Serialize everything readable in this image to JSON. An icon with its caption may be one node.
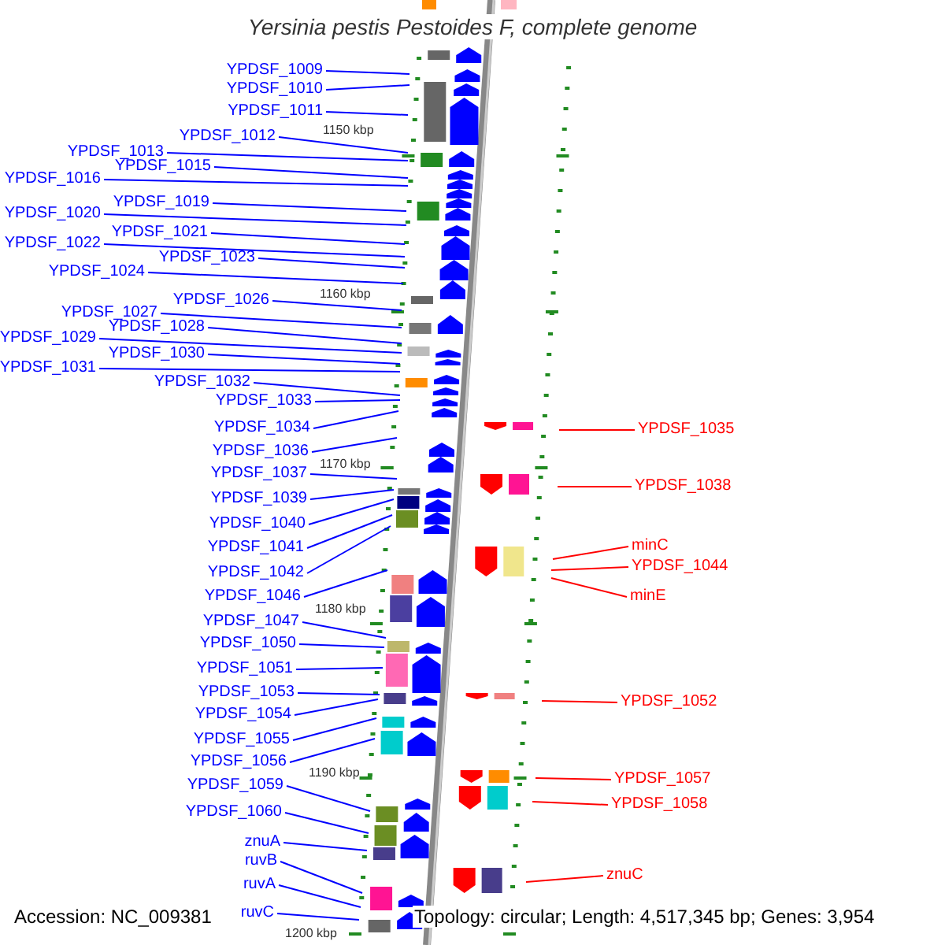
{
  "diagram": {
    "title": "Yersinia pestis Pestoides F, complete genome",
    "nodes": [
      {
        "text": [
          "YPDSF_1009"
        ]
      },
      {
        "text": [
          "YPDSF_1010"
        ]
      },
      {
        "text": [
          "YPDSF_1011"
        ]
      },
      {
        "text": [
          "YPDSF_1012"
        ]
      },
      {
        "text": [
          "YPDSF_1013"
        ]
      },
      {
        "text": [
          "YPDSF_1015"
        ]
      },
      {
        "text": [
          "YPDSF_1016"
        ]
      },
      {
        "text": [
          "YPDSF_1019"
        ]
      },
      {
        "text": [
          "YPDSF_1020"
        ]
      },
      {
        "text": [
          "YPDSF_1021"
        ]
      },
      {
        "text": [
          "YPDSF_1022"
        ]
      },
      {
        "text": [
          "YPDSF_1023"
        ]
      },
      {
        "text": [
          "YPDSF_1024"
        ]
      },
      {
        "text": [
          "YPDSF_1026"
        ]
      },
      {
        "text": [
          "YPDSF_1027"
        ]
      },
      {
        "text": [
          "YPDSF_1028"
        ]
      },
      {
        "text": [
          "YPDSF_1029"
        ]
      },
      {
        "text": [
          "YPDSF_1030"
        ]
      },
      {
        "text": [
          "YPDSF_1031"
        ]
      },
      {
        "text": [
          "YPDSF_1032"
        ]
      },
      {
        "text": [
          "YPDSF_1033"
        ]
      },
      {
        "text": [
          "YPDSF_1034"
        ]
      },
      {
        "text": [
          "YPDSF_1036"
        ]
      },
      {
        "text": [
          "YPDSF_1037"
        ]
      },
      {
        "text": [
          "YPDSF_1039"
        ]
      },
      {
        "text": [
          "YPDSF_1040"
        ]
      },
      {
        "text": [
          "YPDSF_1041"
        ]
      },
      {
        "text": [
          "YPDSF_1042"
        ]
      },
      {
        "text": [
          "YPDSF_1046"
        ]
      },
      {
        "text": [
          "YPDSF_1047"
        ]
      },
      {
        "text": [
          "YPDSF_1050"
        ]
      },
      {
        "text": [
          "YPDSF_1051"
        ]
      },
      {
        "text": [
          "YPDSF_1053"
        ]
      },
      {
        "text": [
          "YPDSF_1054"
        ]
      },
      {
        "text": [
          "YPDSF_1055"
        ]
      },
      {
        "text": [
          "YPDSF_1056"
        ]
      },
      {
        "text": [
          "YPDSF_1059"
        ]
      },
      {
        "text": [
          "YPDSF_1060"
        ]
      },
      {
        "text": [
          "znuA"
        ]
      },
      {
        "text": [
          "ruvB"
        ]
      },
      {
        "text": [
          "ruvA"
        ]
      },
      {
        "text": [
          "ruvC"
        ]
      },
      {
        "text": [
          "YPDSF_1035"
        ]
      },
      {
        "text": [
          "YPDSF_1038"
        ]
      },
      {
        "text": [
          "minC"
        ]
      },
      {
        "text": [
          "YPDSF_1044"
        ]
      },
      {
        "text": [
          "minE"
        ]
      },
      {
        "text": [
          "YPDSF_1052"
        ]
      },
      {
        "text": [
          "YPDSF_1057"
        ]
      },
      {
        "text": [
          "YPDSF_1058"
        ]
      },
      {
        "text": [
          "znuC"
        ]
      }
    ],
    "edges": [
      {
        "from": 0,
        "to": null,
        "arrow": "none"
      },
      {
        "from": 1,
        "to": null,
        "arrow": "none"
      },
      {
        "from": 2,
        "to": null,
        "arrow": "none"
      },
      {
        "from": 3,
        "to": null,
        "arrow": "none"
      },
      {
        "from": 4,
        "to": null,
        "arrow": "none"
      },
      {
        "from": 5,
        "to": null,
        "arrow": "none"
      },
      {
        "from": 6,
        "to": null,
        "arrow": "none"
      },
      {
        "from": 7,
        "to": null,
        "arrow": "none"
      },
      {
        "from": 8,
        "to": null,
        "arrow": "none"
      },
      {
        "from": 9,
        "to": null,
        "arrow": "none"
      },
      {
        "from": 10,
        "to": null,
        "arrow": "none"
      },
      {
        "from": 11,
        "to": null,
        "arrow": "none"
      },
      {
        "from": 12,
        "to": null,
        "arrow": "none"
      },
      {
        "from": 13,
        "to": null,
        "arrow": "none"
      },
      {
        "from": 14,
        "to": null,
        "arrow": "none"
      },
      {
        "from": 15,
        "to": null,
        "arrow": "none"
      },
      {
        "from": 16,
        "to": null,
        "arrow": "none"
      },
      {
        "from": 17,
        "to": null,
        "arrow": "none"
      },
      {
        "from": 18,
        "to": null,
        "arrow": "none"
      },
      {
        "from": 19,
        "to": null,
        "arrow": "none"
      },
      {
        "from": 20,
        "to": null,
        "arrow": "none"
      },
      {
        "from": 21,
        "to": null,
        "arrow": "none"
      },
      {
        "from": 22,
        "to": null,
        "arrow": "none"
      },
      {
        "from": 23,
        "to": null,
        "arrow": "none"
      },
      {
        "from": 24,
        "to": null,
        "arrow": "none"
      },
      {
        "from": 25,
        "to": null,
        "arrow": "none"
      },
      {
        "from": 26,
        "to": null,
        "arrow": "none"
      },
      {
        "from": 27,
        "to": null,
        "arrow": "none"
      },
      {
        "from": 28,
        "to": null,
        "arrow": "none"
      },
      {
        "from": 29,
        "to": null,
        "arrow": "none"
      },
      {
        "from": 30,
        "to": null,
        "arrow": "none"
      },
      {
        "from": 31,
        "to": null,
        "arrow": "none"
      },
      {
        "from": 32,
        "to": null,
        "arrow": "none"
      },
      {
        "from": 33,
        "to": null,
        "arrow": "none"
      },
      {
        "from": 34,
        "to": null,
        "arrow": "none"
      },
      {
        "from": 35,
        "to": null,
        "arrow": "none"
      },
      {
        "from": 36,
        "to": null,
        "arrow": "none"
      },
      {
        "from": 37,
        "to": null,
        "arrow": "none"
      },
      {
        "from": 38,
        "to": null,
        "arrow": "none"
      },
      {
        "from": 39,
        "to": null,
        "arrow": "none"
      },
      {
        "from": 40,
        "to": null,
        "arrow": "none"
      },
      {
        "from": 41,
        "to": null,
        "arrow": "none"
      },
      {
        "from": 42,
        "to": null,
        "arrow": "none",
        "color": "#ff0000"
      },
      {
        "from": 43,
        "to": null,
        "arrow": "none",
        "color": "#ff0000"
      },
      {
        "from": 44,
        "to": null,
        "arrow": "none",
        "color": "#ff0000"
      },
      {
        "from": 45,
        "to": null,
        "arrow": "none",
        "color": "#ff0000"
      },
      {
        "from": 46,
        "to": null,
        "arrow": "none",
        "color": "#ff0000"
      },
      {
        "from": 47,
        "to": null,
        "arrow": "none",
        "color": "#ff0000"
      },
      {
        "from": 48,
        "to": null,
        "arrow": "none",
        "color": "#ff0000"
      },
      {
        "from": 49,
        "to": null,
        "arrow": "none",
        "color": "#ff0000"
      },
      {
        "from": 50,
        "to": null,
        "arrow": "none",
        "color": "#ff0000"
      }
    ],
    "labels": [
      "1150 kbp",
      "1160 kbp",
      "1170 kbp",
      "1180 kbp",
      "1190 kbp",
      "1200 kbp",
      "Accession: NC_009381",
      "Topology: circular; Length: 4,517,345 bp; Genes: 3,954"
    ]
  }
}
